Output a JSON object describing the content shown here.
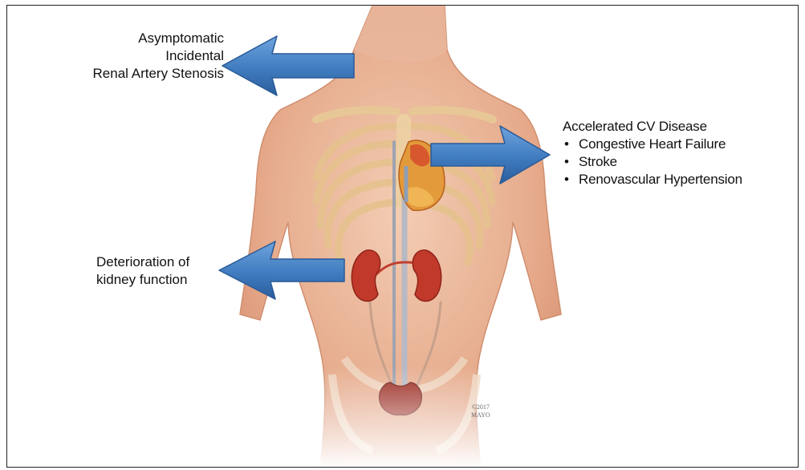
{
  "labels": {
    "top_left": [
      "Asymptomatic",
      "Incidental",
      "Renal Artery Stenosis"
    ],
    "mid_left": [
      "Deterioration of",
      "kidney function"
    ],
    "right_title": "Accelerated CV Disease",
    "right_bullets": [
      "Congestive Heart Failure",
      "Stroke",
      "Renovascular Hypertension"
    ]
  },
  "copyright": [
    "©2017",
    "MAYO"
  ],
  "colors": {
    "arrow": "#4a86c8",
    "skin": "#e9b497",
    "ribs": "#f2d7a6",
    "kidney": "#c23a2e",
    "heart": "#e0862c"
  }
}
